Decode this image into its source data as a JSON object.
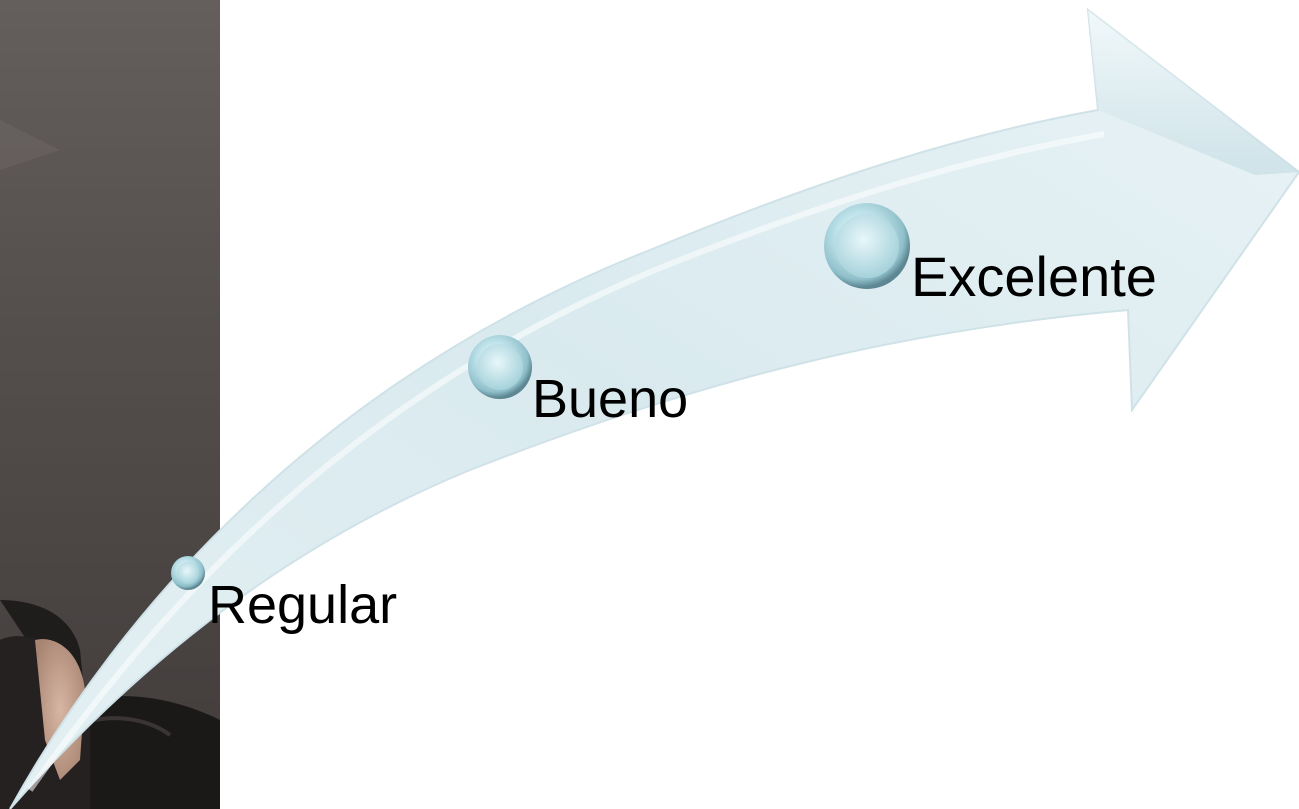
{
  "diagram": {
    "stages": [
      {
        "label": "Regular"
      },
      {
        "label": "Bueno"
      },
      {
        "label": "Excelente"
      }
    ],
    "colors": {
      "arrow_light": "#eef6f8",
      "arrow_mid": "#d6e8ee",
      "marker_fill": "#b7dbe3",
      "marker_edge": "#6a8f99"
    }
  }
}
